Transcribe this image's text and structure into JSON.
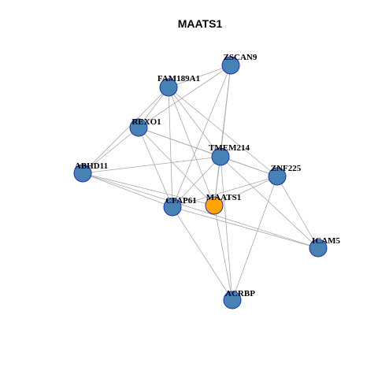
{
  "title": "MAATS1",
  "colors": {
    "background": "#ffffff",
    "node_default": "#4682b4",
    "node_focus": "#ffa500",
    "node_border": "#1f2fb8",
    "edge": "#a9a9a9",
    "label": "#000000"
  },
  "nodes": [
    {
      "id": "ZSCAN9",
      "label": "ZSCAN9",
      "focus": false
    },
    {
      "id": "FAM189A1",
      "label": "FAM189A1",
      "focus": false
    },
    {
      "id": "REXO1",
      "label": "REXO1",
      "focus": false
    },
    {
      "id": "TMEM214",
      "label": "TMEM214",
      "focus": false
    },
    {
      "id": "ABHD11",
      "label": "ABHD11",
      "focus": false
    },
    {
      "id": "ZNF225",
      "label": "ZNF225",
      "focus": false
    },
    {
      "id": "CFAP61",
      "label": "CFAP61",
      "focus": false
    },
    {
      "id": "MAATS1",
      "label": "MAATS1",
      "focus": true
    },
    {
      "id": "ICAM5",
      "label": "ICAM5",
      "focus": false
    },
    {
      "id": "ACRBP",
      "label": "ACRBP",
      "focus": false
    }
  ],
  "edges": [
    [
      "ZSCAN9",
      "FAM189A1"
    ],
    [
      "ZSCAN9",
      "REXO1"
    ],
    [
      "ZSCAN9",
      "TMEM214"
    ],
    [
      "ZSCAN9",
      "MAATS1"
    ],
    [
      "ZSCAN9",
      "CFAP61"
    ],
    [
      "FAM189A1",
      "REXO1"
    ],
    [
      "FAM189A1",
      "ABHD11"
    ],
    [
      "FAM189A1",
      "TMEM214"
    ],
    [
      "FAM189A1",
      "CFAP61"
    ],
    [
      "FAM189A1",
      "MAATS1"
    ],
    [
      "FAM189A1",
      "ZNF225"
    ],
    [
      "REXO1",
      "ABHD11"
    ],
    [
      "REXO1",
      "TMEM214"
    ],
    [
      "REXO1",
      "CFAP61"
    ],
    [
      "REXO1",
      "MAATS1"
    ],
    [
      "REXO1",
      "ZNF225"
    ],
    [
      "ABHD11",
      "TMEM214"
    ],
    [
      "ABHD11",
      "CFAP61"
    ],
    [
      "ABHD11",
      "MAATS1"
    ],
    [
      "ABHD11",
      "ICAM5"
    ],
    [
      "TMEM214",
      "ZNF225"
    ],
    [
      "TMEM214",
      "CFAP61"
    ],
    [
      "TMEM214",
      "MAATS1"
    ],
    [
      "TMEM214",
      "ACRBP"
    ],
    [
      "TMEM214",
      "ICAM5"
    ],
    [
      "ZNF225",
      "MAATS1"
    ],
    [
      "ZNF225",
      "CFAP61"
    ],
    [
      "ZNF225",
      "ICAM5"
    ],
    [
      "ZNF225",
      "ACRBP"
    ],
    [
      "CFAP61",
      "ICAM5"
    ],
    [
      "CFAP61",
      "ACRBP"
    ],
    [
      "MAATS1",
      "ACRBP"
    ]
  ]
}
